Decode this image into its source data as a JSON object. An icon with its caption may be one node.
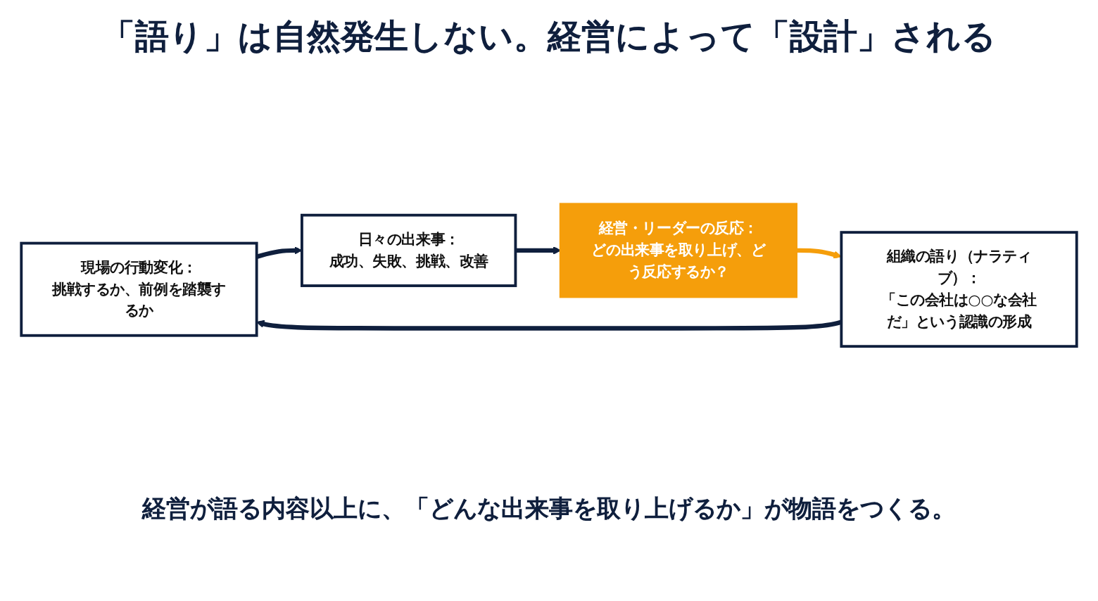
{
  "diagram": {
    "title": "「語り」は自然発生しない。経営によって「設計」される",
    "nodes": [
      {
        "text": [
          "現場の行動変化：",
          "挑戦するか、前例を踏襲するか"
        ]
      },
      {
        "text": [
          "日々の出来事：",
          "成功、失敗、挑戦、改善"
        ]
      },
      {
        "text": [
          "経営・リーダーの反応：",
          "どの出来事を取り上げ、どう反応するか？"
        ]
      },
      {
        "text": [
          "組織の語り（ナラティブ）：",
          "「この会社は○○な会社だ」という認識の形成"
        ]
      }
    ],
    "edges": [
      {
        "from": 0,
        "to": 1,
        "arrow": "to"
      },
      {
        "from": 1,
        "to": 2,
        "arrow": "to"
      },
      {
        "from": 2,
        "to": 3,
        "arrow": "to",
        "color": "#f59e0b"
      },
      {
        "from": 3,
        "to": 0,
        "arrow": "to"
      }
    ],
    "labels": [
      "経営が語る内容以上に、「どんな出来事を取り上げるか」が物語をつくる。"
    ]
  }
}
